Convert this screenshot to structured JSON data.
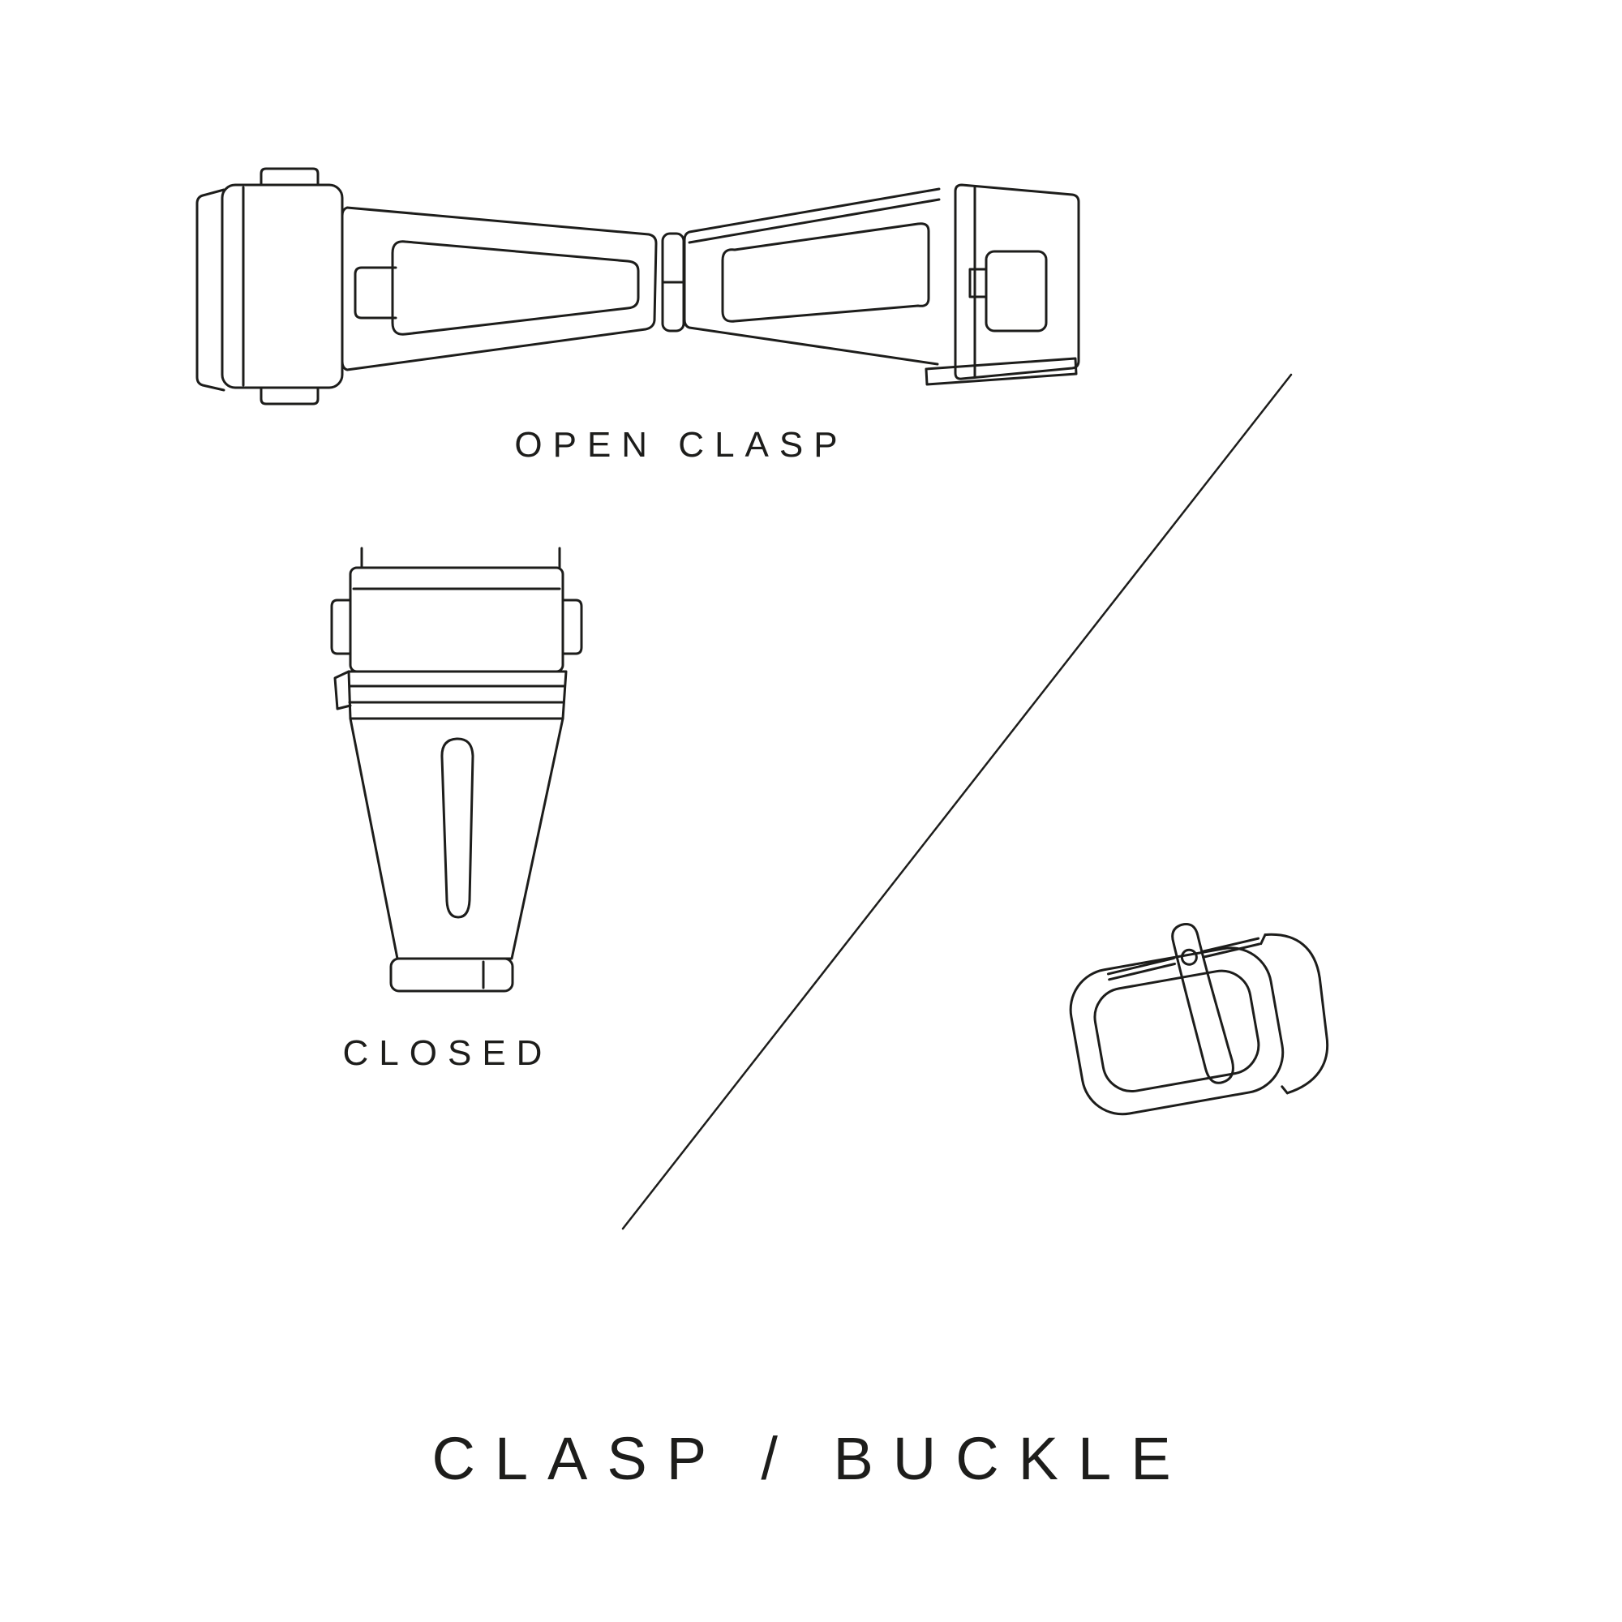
{
  "page": {
    "background": "#ffffff",
    "ink": "#1d1d1b"
  },
  "figures": {
    "open_clasp": {
      "label": "OPEN CLASP",
      "icon": "open-clasp-line-art"
    },
    "closed_clasp": {
      "label": "CLOSED",
      "icon": "closed-clasp-line-art"
    },
    "buckle": {
      "icon": "tang-buckle-line-art"
    }
  },
  "divider": {
    "icon": "diagonal-divider-line"
  },
  "title": {
    "text": "CLASP / BUCKLE"
  }
}
